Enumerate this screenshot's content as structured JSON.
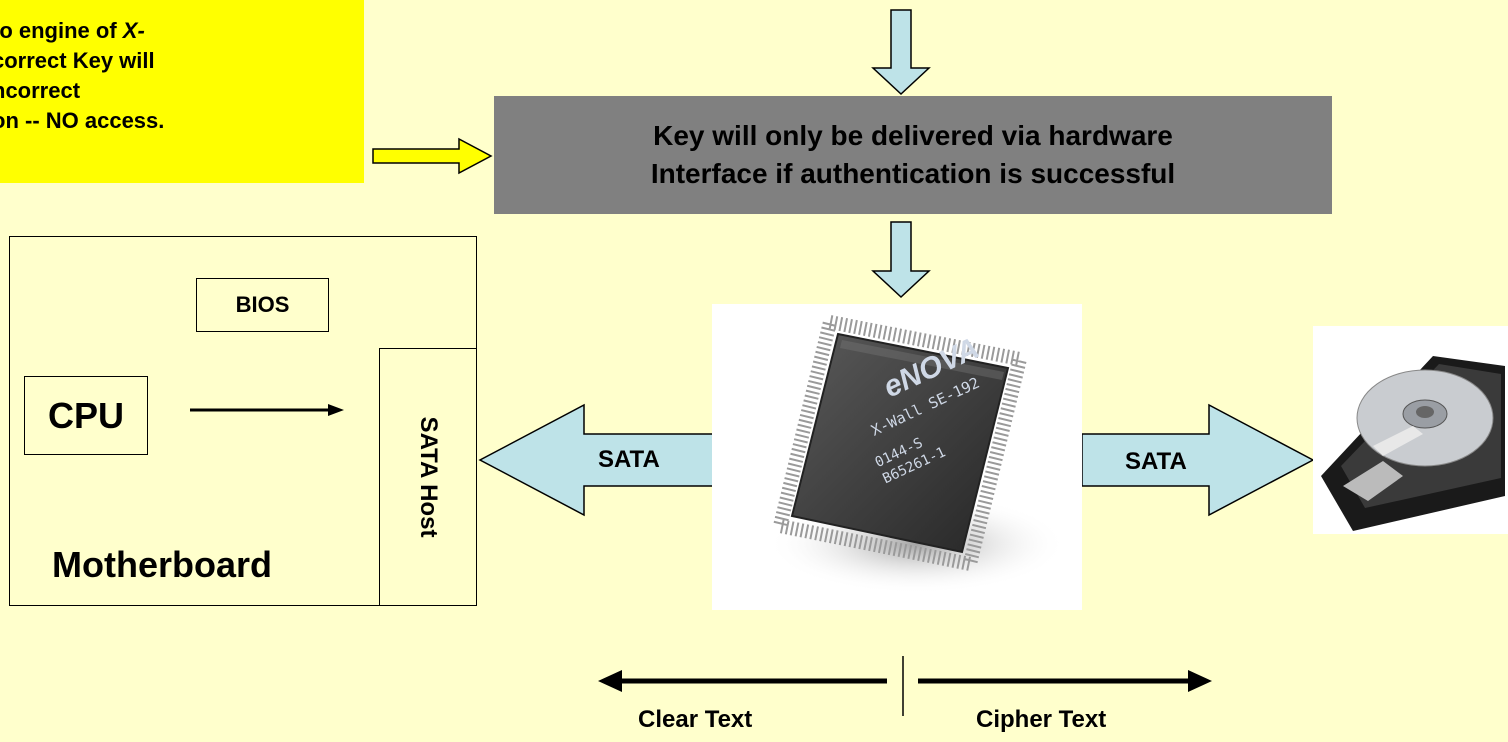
{
  "note": {
    "lines": [
      "to engine of X-",
      "correct Key will",
      "ncorrect",
      "on -- NO access."
    ]
  },
  "key_box": {
    "line1": "Key will only be delivered via hardware",
    "line2": "Interface if authentication is successful"
  },
  "motherboard": {
    "bios": "BIOS",
    "cpu": "CPU",
    "sata_host": "SATA Host",
    "label": "Motherboard"
  },
  "chip": {
    "brand": "eNOVA",
    "model": "X-Wall SE-192",
    "code1": "0144-S",
    "code2": "B65261-1"
  },
  "links": {
    "sata_left": "SATA",
    "sata_right": "SATA"
  },
  "legend": {
    "clear": "Clear Text",
    "cipher": "Cipher Text"
  },
  "colors": {
    "background": "#FFFFCC",
    "note": "#FFFF00",
    "key_box": "#808080",
    "arrow_fill": "#BEE3E8"
  }
}
